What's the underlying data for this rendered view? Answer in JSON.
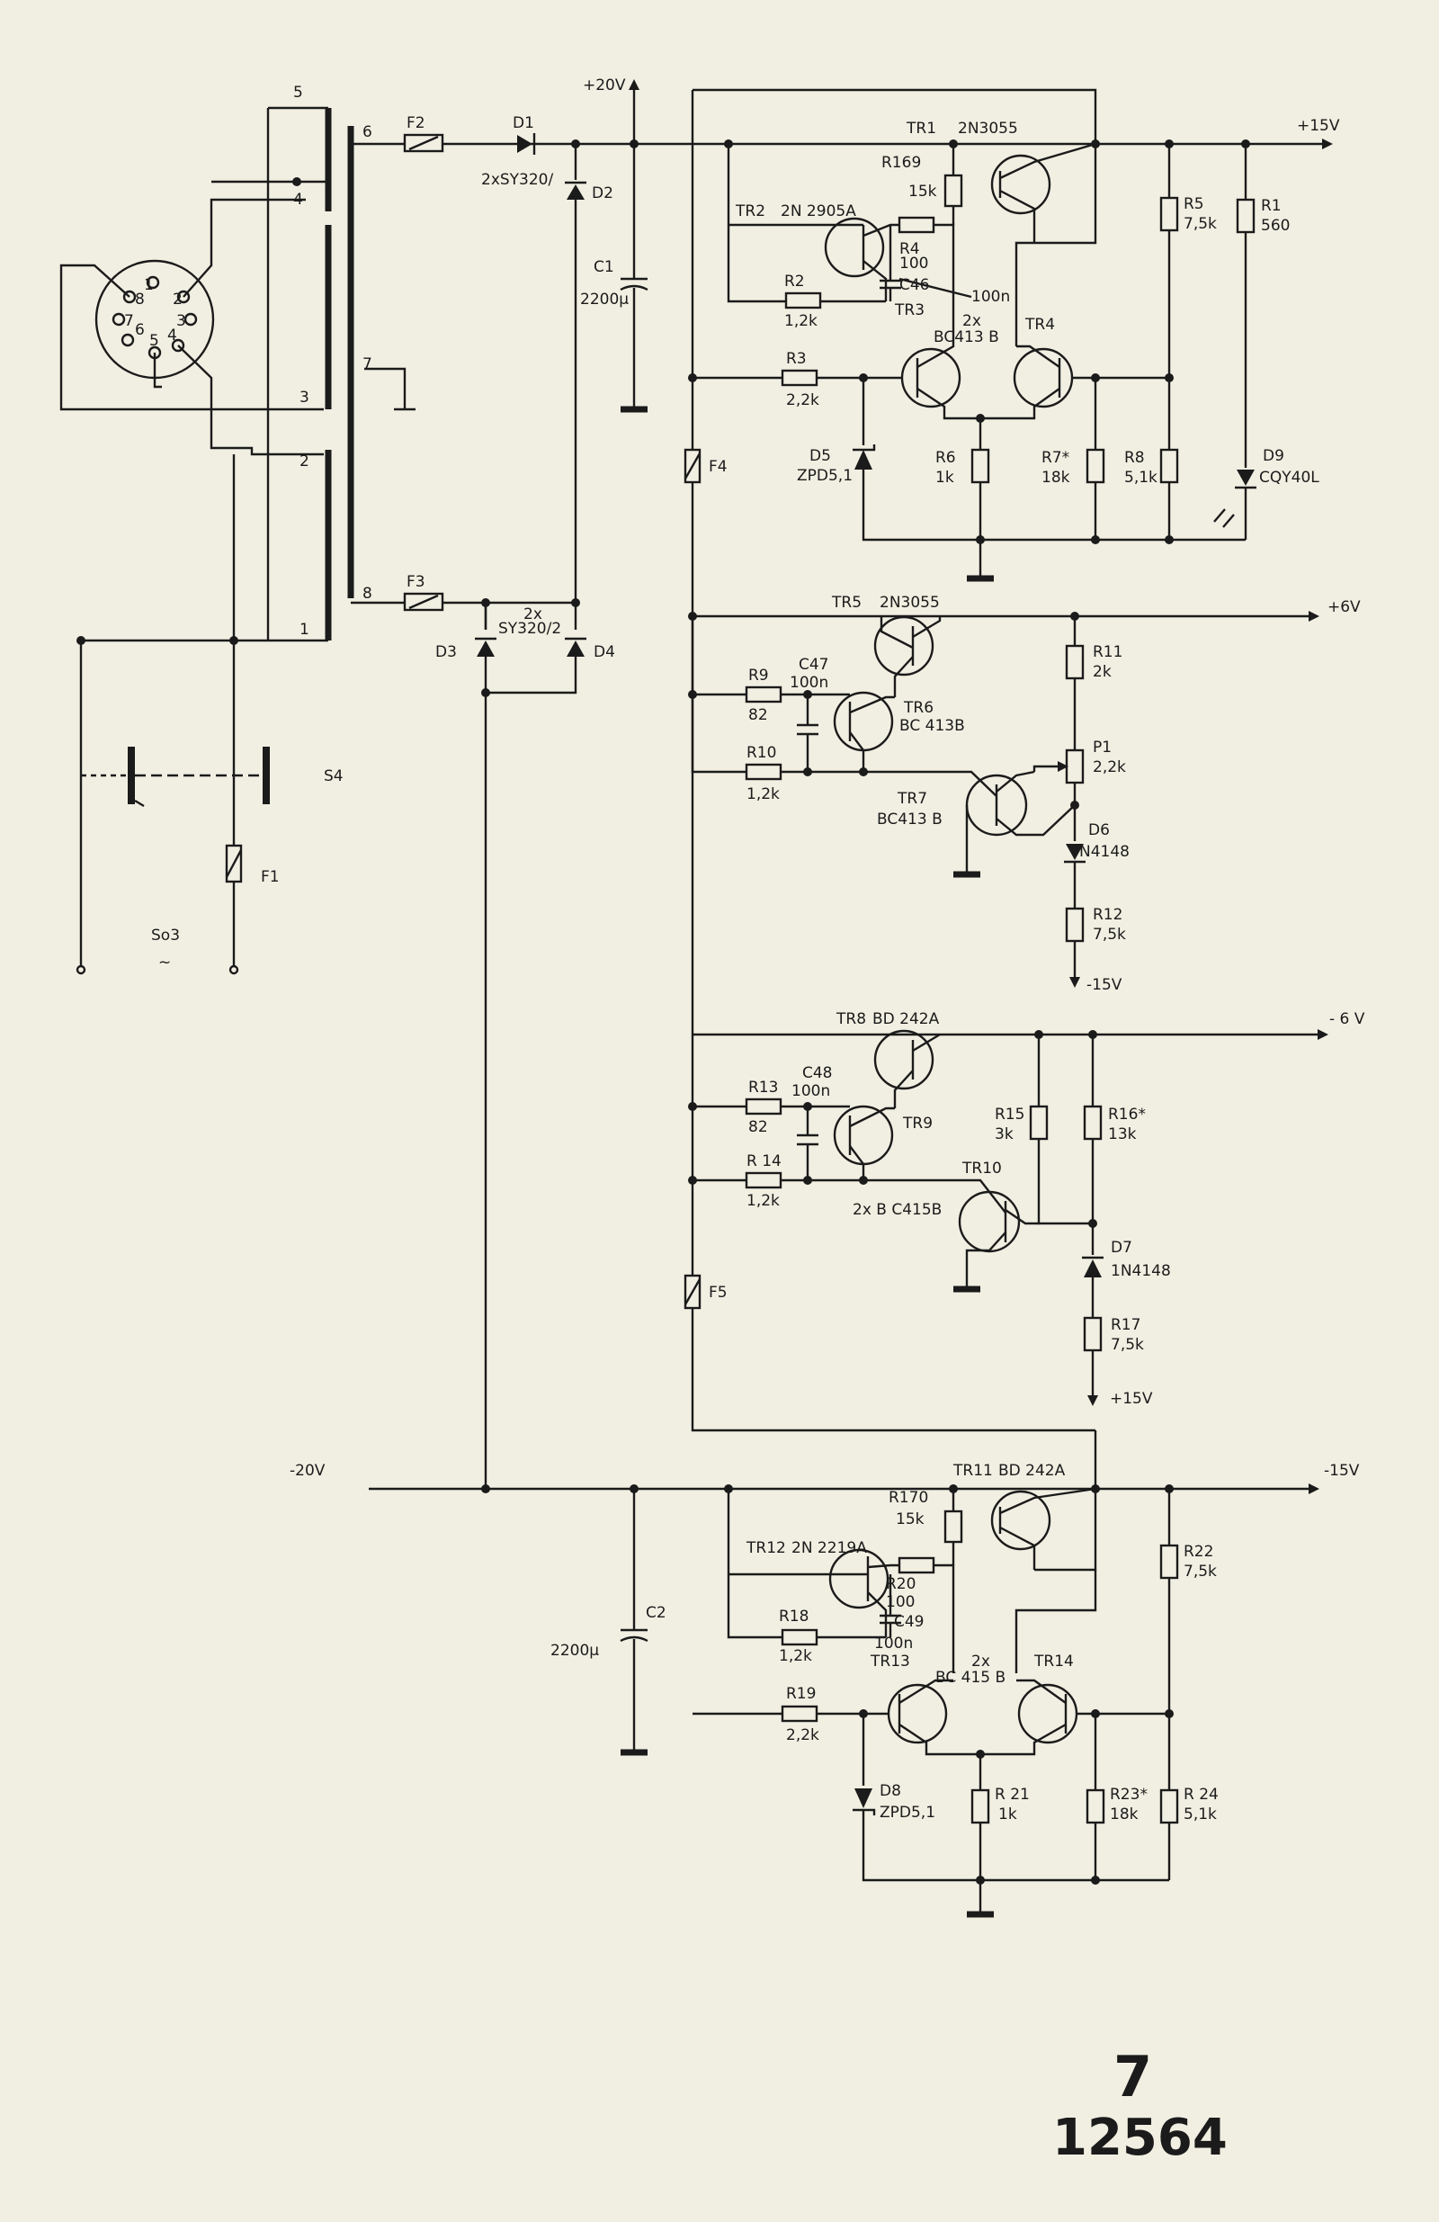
{
  "page": {
    "sheet_number": "7",
    "document_number": "12564"
  },
  "rails": {
    "p20": "+20V",
    "p15": "+15V",
    "p6": "+6V",
    "m6": "- 6 V",
    "m15_out": "-15V",
    "m20": "-20V",
    "m15_in": "-15V",
    "p15_in": "+15V"
  },
  "transformer": {
    "pins": [
      "5",
      "4",
      "3",
      "2",
      "1",
      "6",
      "7",
      "8"
    ]
  },
  "socket": {
    "name": "So3",
    "sym": "~",
    "pins": [
      "1",
      "2",
      "3",
      "4",
      "5",
      "6",
      "7",
      "8"
    ]
  },
  "switch": {
    "name": "S4"
  },
  "fuses": {
    "f1": "F1",
    "f2": "F2",
    "f3": "F3",
    "f4": "F4",
    "f5": "F5"
  },
  "diodes": {
    "d1": "D1",
    "d1_type": "2xSY320/",
    "d2": "D2",
    "d3": "D3",
    "d4": "D4",
    "d34_a": "2x",
    "d34_b": "SY320/2",
    "d5": "D5",
    "d5_type": "ZPD5,1",
    "d6": "D6",
    "d6_type": "N4148",
    "d7": "D7",
    "d7_type": "1N4148",
    "d8": "D8",
    "d8_type": "ZPD5,1",
    "d9": "D9",
    "d9_type": "CQY40L"
  },
  "caps": {
    "c1": "C1",
    "c1v": "2200µ",
    "c2": "C2",
    "c2v": "2200µ",
    "c46": "C46",
    "c46v": "100n",
    "c47": "C47",
    "c47v": "100n",
    "c48": "C48",
    "c48v": "100n",
    "c49": "C49",
    "c49v": "100n"
  },
  "transistors": {
    "tr1": "TR1",
    "tr1_type": "2N3055",
    "tr2": "TR2",
    "tr2_type": "2N 2905A",
    "tr3": "TR3",
    "tr34_a": "2x",
    "tr34_b": "BC413 B",
    "tr4": "TR4",
    "tr5": "TR5",
    "tr5_type": "2N3055",
    "tr6": "TR6",
    "tr6_type": "BC 413B",
    "tr7": "TR7",
    "tr7_type": "BC413 B",
    "tr8": "TR8",
    "tr8_type": "BD 242A",
    "tr9": "TR9",
    "tr10": "TR10",
    "tr910_type": "2x B C415B",
    "tr11": "TR11",
    "tr11_type": "BD 242A",
    "tr12": "TR12",
    "tr12_type": "2N 2219A",
    "tr13": "TR13",
    "tr1314_a": "2x",
    "tr1314_b": "BC 415 B",
    "tr14": "TR14"
  },
  "resistors": {
    "r169": "R169",
    "r169v": "15k",
    "r1": "R1",
    "r1v": "560",
    "r2": "R2",
    "r2v": "1,2k",
    "r3": "R3",
    "r3v": "2,2k",
    "r4": "R4",
    "r4v": "100",
    "r5": "R5",
    "r5v": "7,5k",
    "r6": "R6",
    "r6v": "1k",
    "r7": "R7*",
    "r7v": "18k",
    "r8": "R8",
    "r8v": "5,1k",
    "r9": "R9",
    "r9v": "82",
    "r10": "R10",
    "r10v": "1,2k",
    "r11": "R11",
    "r11v": "2k",
    "p1": "P1",
    "p1v": "2,2k",
    "r12": "R12",
    "r12v": "7,5k",
    "r13": "R13",
    "r13v": "82",
    "r14": "R 14",
    "r14v": "1,2k",
    "r15": "R15",
    "r15v": "3k",
    "r16": "R16*",
    "r16v": "13k",
    "r17": "R17",
    "r17v": "7,5k",
    "r170": "R170",
    "r170v": "15k",
    "r20": "R20",
    "r20v": "100",
    "r18": "R18",
    "r18v": "1,2k",
    "r19": "R19",
    "r19v": "2,2k",
    "r21": "R 21",
    "r21v": "1k",
    "r22": "R22",
    "r22v": "7,5k",
    "r23": "R23*",
    "r23v": "18k",
    "r24": "R 24",
    "r24v": "5,1k"
  }
}
